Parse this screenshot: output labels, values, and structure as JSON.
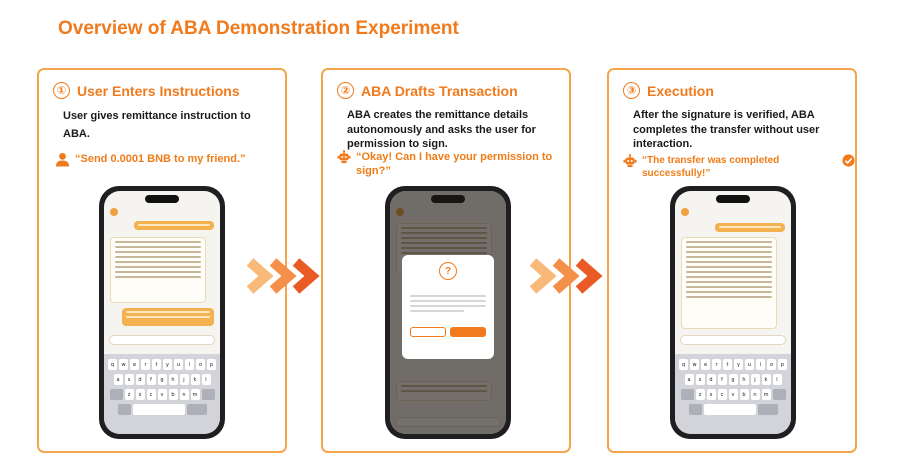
{
  "title": "Overview of ABA Demonstration Experiment",
  "colors": {
    "accent": "#f07a1c",
    "border": "#f5a54a",
    "arrow_light": "#f9b978",
    "arrow_mid": "#f5904a",
    "arrow_dark": "#ea5a24"
  },
  "steps": [
    {
      "number": "①",
      "title": "User Enters Instructions",
      "description": "User gives remittance instruction to ABA.",
      "quote": "“Send 0.0001 BNB to my friend.”",
      "icon": "user-icon"
    },
    {
      "number": "②",
      "title": "ABA Drafts Transaction",
      "description": "ABA creates the remittance details autonomously and asks the user for permission to sign.",
      "quote": "“Okay! Can I have your permission to sign?”",
      "icon": "robot-icon"
    },
    {
      "number": "③",
      "title": "Execution",
      "description": "After the signature is verified, ABA completes the transfer without user interaction.",
      "quote": "“The transfer was completed successfully!”",
      "icon": "robot-icon",
      "badge_icon": "check-circle-icon"
    }
  ],
  "keyboard": {
    "row1": [
      "q",
      "w",
      "e",
      "r",
      "t",
      "y",
      "u",
      "i",
      "o",
      "p"
    ],
    "row2": [
      "a",
      "s",
      "d",
      "f",
      "g",
      "h",
      "j",
      "k",
      "l"
    ],
    "row3": [
      "z",
      "x",
      "c",
      "v",
      "b",
      "n",
      "m"
    ]
  }
}
